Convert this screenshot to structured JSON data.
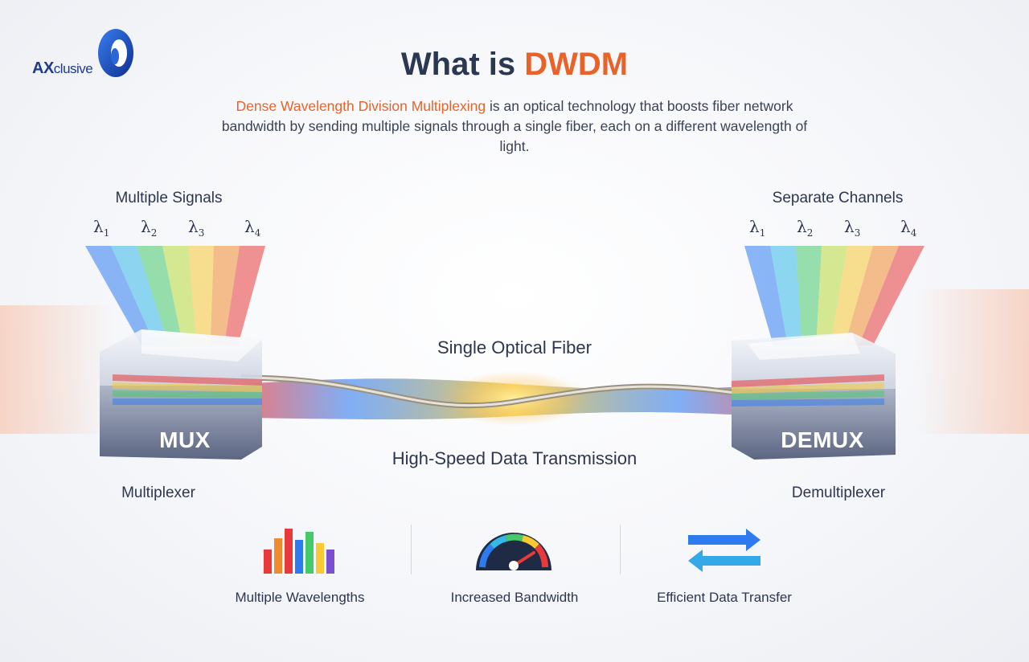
{
  "logo": {
    "brand_main": "AX",
    "brand_rest": "clusive"
  },
  "title": {
    "prefix": "What is ",
    "highlight": "DWDM"
  },
  "description": {
    "highlight": "Dense Wavelength Division Multiplexing",
    "rest": " is an optical technology that boosts fiber network bandwidth by sending multiple signals through a single fiber, each on a different wavelength of light."
  },
  "left": {
    "heading": "Multiple Signals",
    "lambdas": [
      "λ1",
      "λ2",
      "λ3",
      "λ4"
    ],
    "box_label": "MUX",
    "caption": "Multiplexer"
  },
  "right": {
    "heading": "Separate Channels",
    "lambdas": [
      "λ1",
      "λ2",
      "λ3",
      "λ4"
    ],
    "box_label": "DEMUX",
    "caption": "Demultiplexer"
  },
  "fiber": {
    "top_label": "Single Optical Fiber",
    "bottom_label": "High-Speed Data Transmission"
  },
  "features": [
    {
      "icon": "bar-chart-icon",
      "label": "Multiple Wavelengths"
    },
    {
      "icon": "gauge-icon",
      "label": "Increased Bandwidth"
    },
    {
      "icon": "transfer-arrows-icon",
      "label": "Efficient Data Transfer"
    }
  ],
  "colors": {
    "accent": "#e8632a",
    "title": "#2b3852",
    "spectrum": [
      "#2e7bf0",
      "#35b8e8",
      "#46c96a",
      "#b8d83a",
      "#f6c935",
      "#f08a2e",
      "#e83a3a"
    ]
  }
}
